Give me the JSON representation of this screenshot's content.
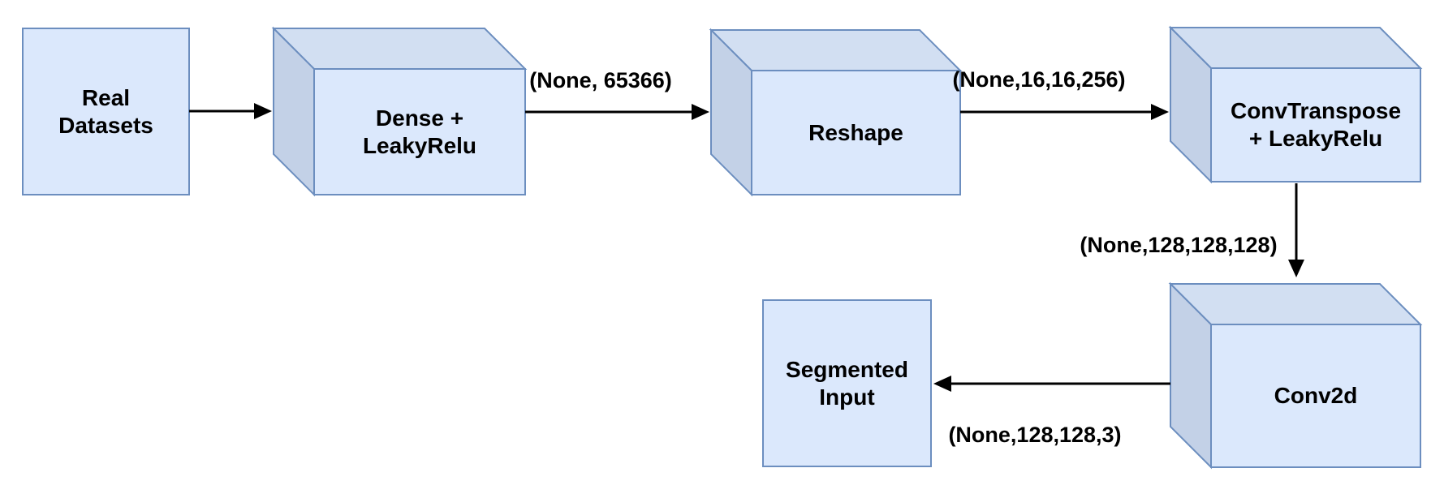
{
  "diagram": {
    "background_color": "#ffffff",
    "colors": {
      "node_fill": "#dbe8fc",
      "cube_top_fill": "#d2dff2",
      "cube_side_fill": "#c3d1e7",
      "node_stroke": "#6c8ebf",
      "arrow_color": "#000000",
      "text_color": "#000000"
    },
    "nodes": [
      {
        "id": "real-datasets",
        "shape": "rectangle",
        "line1": "Real",
        "line2": "Datasets"
      },
      {
        "id": "dense",
        "shape": "cube",
        "line1": "Dense +",
        "line2": "LeakyRelu"
      },
      {
        "id": "reshape",
        "shape": "cube",
        "line1": "Reshape"
      },
      {
        "id": "convtranspose",
        "shape": "cube",
        "line1": "ConvTranspose",
        "line2": "+ LeakyRelu"
      },
      {
        "id": "conv2d",
        "shape": "cube",
        "line1": "Conv2d"
      },
      {
        "id": "segmented-input",
        "shape": "rectangle",
        "line1": "Segmented",
        "line2": "Input"
      }
    ],
    "edges": [
      {
        "from": "real-datasets",
        "to": "dense",
        "label": ""
      },
      {
        "from": "dense",
        "to": "reshape",
        "label": "(None, 65366)"
      },
      {
        "from": "reshape",
        "to": "convtranspose",
        "label": "(None,16,16,256)"
      },
      {
        "from": "convtranspose",
        "to": "conv2d",
        "label": "(None,128,128,128)"
      },
      {
        "from": "conv2d",
        "to": "segmented-input",
        "label": "(None,128,128,3)"
      }
    ]
  }
}
